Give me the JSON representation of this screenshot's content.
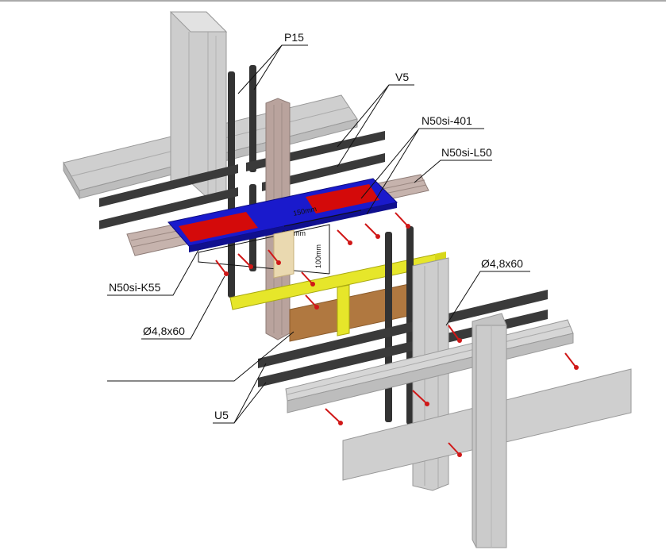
{
  "labels": {
    "p15": "P15",
    "v5": "V5",
    "n50si_401": "N50si-401",
    "n50si_l50": "N50si-L50",
    "n50si_k55": "N50si-K55",
    "screw_left": "Ø4,8x60",
    "screw_right": "Ø4,8x60",
    "u5": "U5"
  },
  "dimensions": {
    "d150": "150mm",
    "d350": "350mm",
    "d100": "100mm"
  },
  "colors": {
    "profile_grey": "#c9c9c9",
    "profile_dark": "#3a3a3a",
    "insert_blue": "#1a1acc",
    "insert_red": "#d40a0a",
    "yellow_part": "#e6e62a",
    "wood_block": "#b07840",
    "pink_profile": "#b9a39d",
    "screw_red": "#d01818"
  }
}
